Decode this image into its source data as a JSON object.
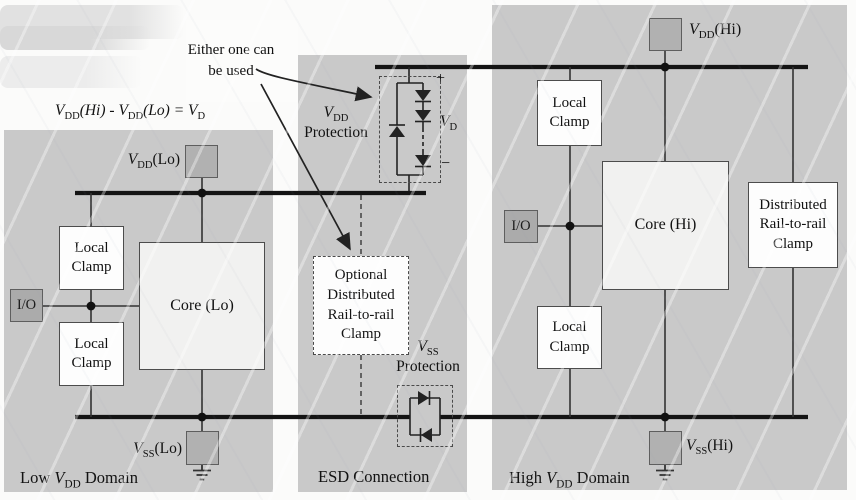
{
  "colors": {
    "panel_gray": "#c9c9c9",
    "box_white": "#fdfdfd",
    "core_fill": "#f1f1f0",
    "pad_gray": "#b1b1b1",
    "bus_black": "#141414",
    "wire": "#333333"
  },
  "annotation": {
    "text": "Either one can be used"
  },
  "formula": {
    "v1": "V",
    "s1": "DD",
    "m1": "(Hi) - ",
    "v2": "V",
    "s2": "DD",
    "m2": "(Lo) = ",
    "v3": "V",
    "s3": "D"
  },
  "left_domain": {
    "vdd_pad_label": {
      "v": "V",
      "sub": "DD",
      "rest": "(Lo)"
    },
    "vss_pad_label": {
      "v": "V",
      "sub": "SS",
      "rest": "(Lo)"
    },
    "io_label": "I/O",
    "clamp1": "Local Clamp",
    "clamp2": "Local Clamp",
    "core": "Core (Lo)",
    "domain_label": {
      "pre": "Low ",
      "v": "V",
      "sub": "DD",
      "post": " Domain"
    }
  },
  "middle": {
    "vdd_protection": {
      "v": "V",
      "sub": "DD",
      "line2": "Protection"
    },
    "plus": "+",
    "minus": "−",
    "vd": {
      "v": "V",
      "sub": "D"
    },
    "optional_clamp": "Optional Distributed Rail-to-rail Clamp",
    "vss_protection": {
      "v": "V",
      "sub": "SS",
      "line2": "Protection"
    },
    "section_label": "ESD Connection"
  },
  "right_domain": {
    "vdd_pad_label": {
      "v": "V",
      "sub": "DD",
      "rest": "(Hi)"
    },
    "vss_pad_label": {
      "v": "V",
      "sub": "SS",
      "rest": "(Hi)"
    },
    "io_label": "I/O",
    "clamp1": "Local Clamp",
    "clamp2": "Local Clamp",
    "core": "Core (Hi)",
    "dist_clamp": "Distributed Rail-to-rail Clamp",
    "domain_label": {
      "pre": "High ",
      "v": "V",
      "sub": "DD",
      "post": " Domain"
    }
  }
}
